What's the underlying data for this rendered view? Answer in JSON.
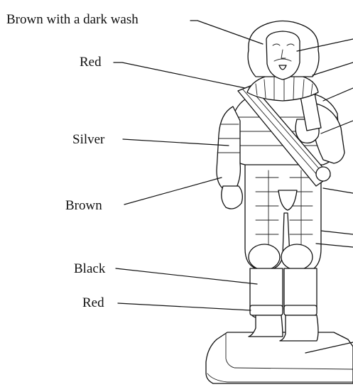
{
  "labels": [
    "Brown with a dark wash",
    "Red",
    "Silver",
    "Brown",
    "Black",
    "Red"
  ]
}
